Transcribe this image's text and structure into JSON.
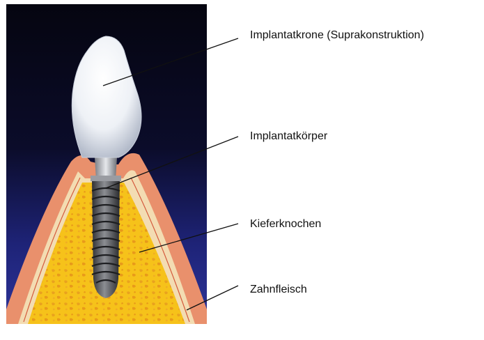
{
  "labels": {
    "crown": "Implantatkrone (Suprakonstruktion)",
    "implant_body": "Implantatkörper",
    "jawbone": "Kieferknochen",
    "gum": "Zahnfleisch"
  },
  "colors": {
    "background_top": "#080816",
    "background_bottom": "#2a2f8c",
    "gum": "#e9906c",
    "bone_cortex": "#f3dcb2",
    "bone_marrow": "#f6c21a",
    "implant": "#55575b",
    "crown": "#eef1f6",
    "leader_line": "#111111"
  }
}
